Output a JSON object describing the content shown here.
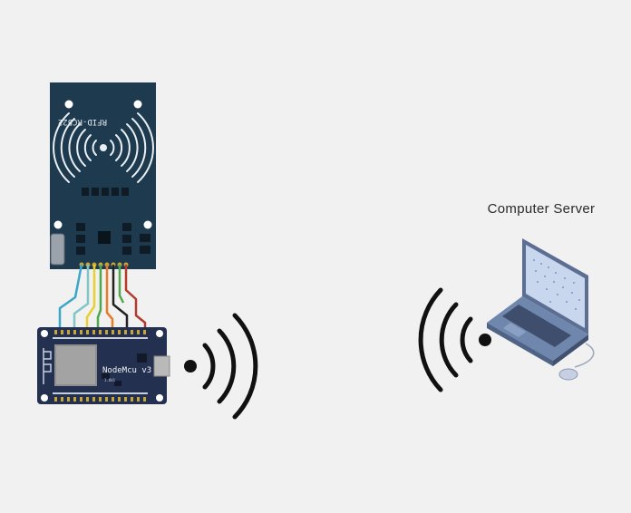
{
  "rfid": {
    "label": "RFID-RC522"
  },
  "mcu": {
    "label": "NodeMcu v3",
    "sublabel": "1.0V1"
  },
  "server": {
    "label": "Computer Server"
  },
  "colors": {
    "background": "#f1f1f1",
    "rfid_board": "#1d3a4f",
    "mcu_board": "#23304f",
    "laptop": "#6f86ad",
    "wifi": "#111111",
    "wires": [
      "#3aa7c8",
      "#7fc6c5",
      "#e9cf2f",
      "#4fa84a",
      "#e57c2a",
      "#222222",
      "#b43a2e"
    ]
  },
  "icons": [
    "rfid-antenna-icon",
    "wifi-signal-icon",
    "laptop-icon",
    "mouse-icon"
  ]
}
